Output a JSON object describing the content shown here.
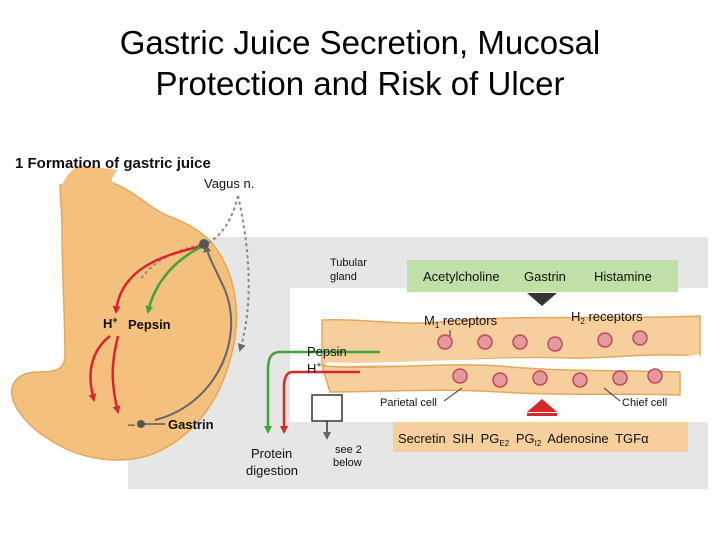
{
  "slide": {
    "title_line1": "Gastric Juice Secretion, Mucosal",
    "title_line2": "Protection and Risk of Ulcer"
  },
  "figure": {
    "heading": "1 Formation of gastric juice",
    "vagus": "Vagus n.",
    "tubular_gland": [
      "Tubular",
      "gland"
    ],
    "stimulators": [
      "Acetylcholine",
      "Gastrin",
      "Histamine"
    ],
    "m1_receptors": "M",
    "m1_sub": "1",
    "m1_suffix": " receptors",
    "h2_receptors": "H",
    "h2_sub": "2",
    "h2_suffix": " receptors",
    "h_plus_stomach": "H",
    "pepsin_stomach": "Pepsin",
    "pepsin_gland": "Pepsin",
    "h_plus_gland": "H",
    "plus_sign": "+",
    "minus_sign": "–",
    "gastrin_label": "Gastrin",
    "parietal_cell": "Parietal cell",
    "chief_cell": "Chief cell",
    "protein_digestion": [
      "Protein",
      "digestion"
    ],
    "see_below": [
      "see 2",
      "below"
    ],
    "inhibitors_line": {
      "secretin": "Secretin",
      "sih": "SIH",
      "pge": "PG",
      "pge_sub": "E2",
      "pgi": "PG",
      "pgi_sub": "I2",
      "adenosine": "Adenosine",
      "tgf": "TGF",
      "tgf_greek": "α"
    }
  },
  "colors": {
    "stomach": "#f3c07e",
    "gland_panel": "#e6e6e6",
    "stim_bar": "#bfe0a6",
    "inhib_bar": "#f6cf9c",
    "red_arrow": "#d7262c",
    "green_arrow": "#3fa53a"
  }
}
